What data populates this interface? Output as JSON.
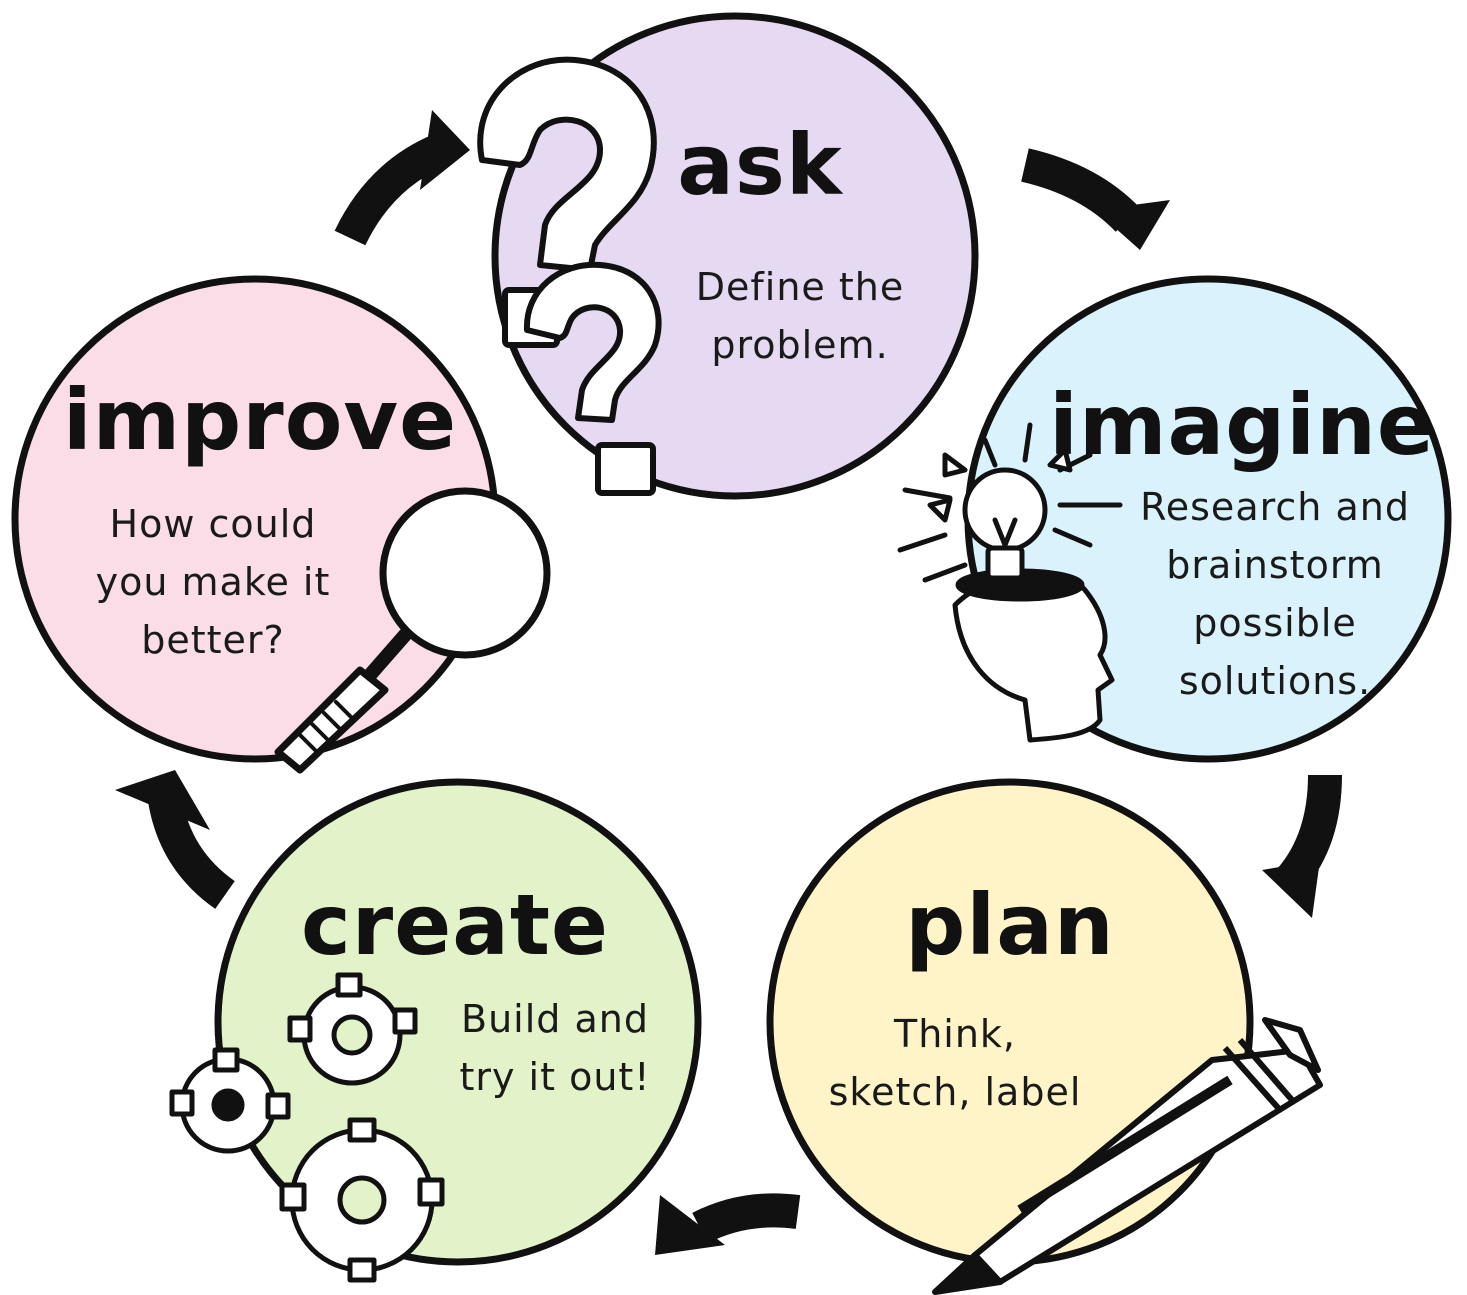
{
  "colors": {
    "ask": "#e6d9f2",
    "imagine": "#d9f2fb",
    "plan": "#fff4c8",
    "create": "#e2f2c9",
    "improve": "#fadde6",
    "outline": "#111111"
  },
  "steps": {
    "ask": {
      "title": "ask",
      "desc": [
        "Define the",
        "problem."
      ],
      "icon": "question-marks-icon"
    },
    "imagine": {
      "title": "imagine",
      "desc": [
        "Research and",
        "brainstorm",
        "possible",
        "solutions."
      ],
      "icon": "lightbulb-head-icon"
    },
    "plan": {
      "title": "plan",
      "desc": [
        "Think,",
        "sketch, label"
      ],
      "icon": "pencil-icon"
    },
    "create": {
      "title": "create",
      "desc": [
        "Build and",
        "try it out!"
      ],
      "icon": "gears-icon"
    },
    "improve": {
      "title": "improve",
      "desc": [
        "How could",
        "you make it",
        "better?"
      ],
      "icon": "magnifying-glass-icon"
    }
  },
  "cycle_order": [
    "ask",
    "imagine",
    "plan",
    "create",
    "improve"
  ]
}
